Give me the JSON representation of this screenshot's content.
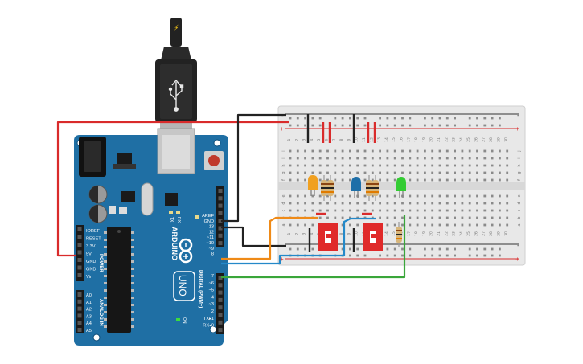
{
  "usb_bolt": "⚡",
  "board": {
    "brand": "ARDUINO",
    "model": "UNO",
    "on_label": "ON",
    "tx_label": "TX",
    "rx_label": "RX",
    "power_header": "POWER",
    "analog_header": "ANALOG IN",
    "digital_header": "DIGITAL (PWM~)",
    "power_pins": [
      "IOREF",
      "RESET",
      "3.3V",
      "5V",
      "GND",
      "GND",
      "Vin"
    ],
    "analog_pins": [
      "A0",
      "A1",
      "A2",
      "A3",
      "A4",
      "A5"
    ],
    "digital_top_pins": [
      "AREF",
      "GND",
      "13",
      "12",
      "~11",
      "~10",
      "~9",
      "8"
    ],
    "digital_bottom_pins": [
      "7",
      "~6",
      "~5",
      "4",
      "~3",
      "2",
      "TX▸1",
      "RX◂0"
    ]
  },
  "breadboard": {
    "column_numbers": [
      "1",
      "2",
      "3",
      "4",
      "5",
      "6",
      "7",
      "8",
      "9",
      "10",
      "11",
      "12",
      "13",
      "14",
      "15",
      "16",
      "17",
      "18",
      "19",
      "20",
      "21",
      "22",
      "23",
      "24",
      "25",
      "26",
      "27",
      "28",
      "29",
      "30"
    ],
    "row_letters_top": [
      "j",
      "i",
      "h",
      "g",
      "f"
    ],
    "row_letters_bottom": [
      "e",
      "d",
      "c",
      "b",
      "a"
    ],
    "rail_plus": "+",
    "rail_minus": "-"
  },
  "colors": {
    "board": "#1f6fa4",
    "breadboard": "#e8e8e8",
    "wire_red": "#d92b2b",
    "wire_black": "#222222",
    "wire_orange": "#ef8a17",
    "wire_blue": "#2489c9",
    "wire_green": "#3aa63a",
    "led_orange": "#f0a020",
    "led_blue": "#1e6fa8",
    "led_green": "#33cc33",
    "switch": "#e02a2a"
  }
}
